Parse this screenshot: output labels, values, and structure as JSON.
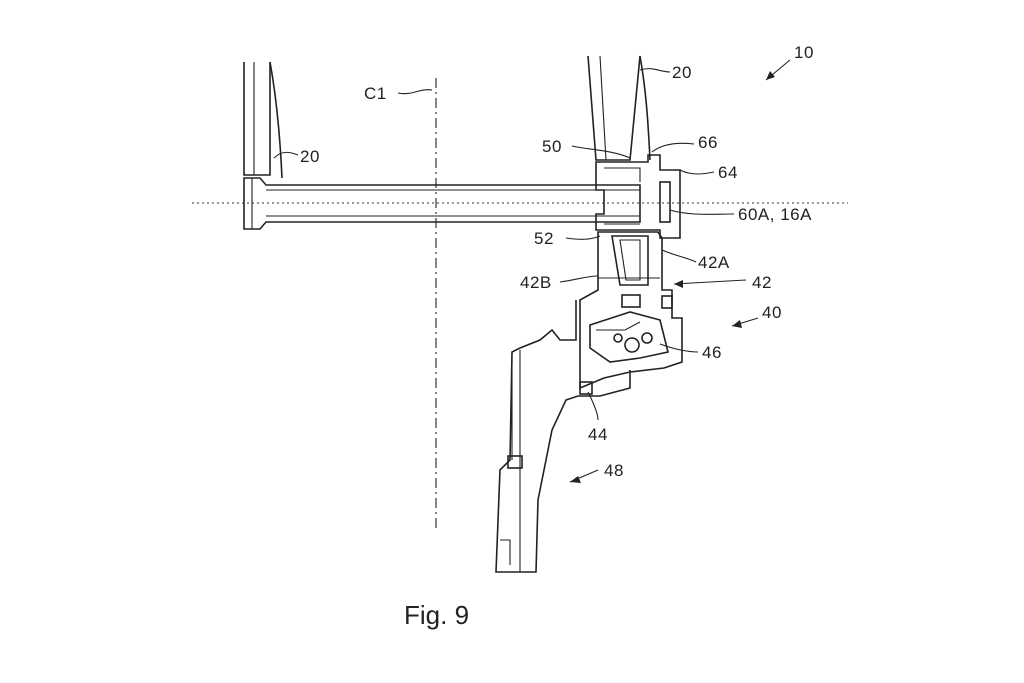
{
  "figure": {
    "caption": "Fig. 9",
    "labels": {
      "ref_10": "10",
      "c1": "C1",
      "ref_20_top": "20",
      "ref_20_left": "20",
      "ref_50": "50",
      "ref_66": "66",
      "ref_64": "64",
      "ref_60a_16a": "60A, 16A",
      "ref_52": "52",
      "ref_42a": "42A",
      "ref_42b": "42B",
      "ref_42": "42",
      "ref_40": "40",
      "ref_46": "46",
      "ref_44": "44",
      "ref_48": "48"
    }
  }
}
